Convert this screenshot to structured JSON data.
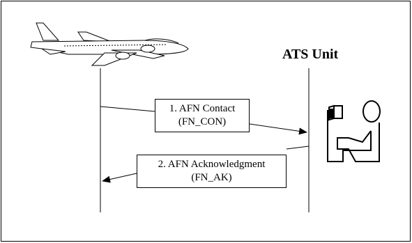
{
  "diagram": {
    "participants": {
      "aircraft": {
        "icon": "airplane-icon"
      },
      "ats_unit": {
        "label": "ATS Unit",
        "icon": "controller-workstation-icon"
      }
    },
    "messages": [
      {
        "line1": "1. AFN Contact",
        "line2": "(FN_CON)",
        "direction": "aircraft-to-ats"
      },
      {
        "line1": "2. AFN Acknowledgment",
        "line2": "(FN_AK)",
        "direction": "ats-to-aircraft"
      }
    ],
    "colors": {
      "line": "#000000",
      "background": "#ffffff"
    }
  }
}
